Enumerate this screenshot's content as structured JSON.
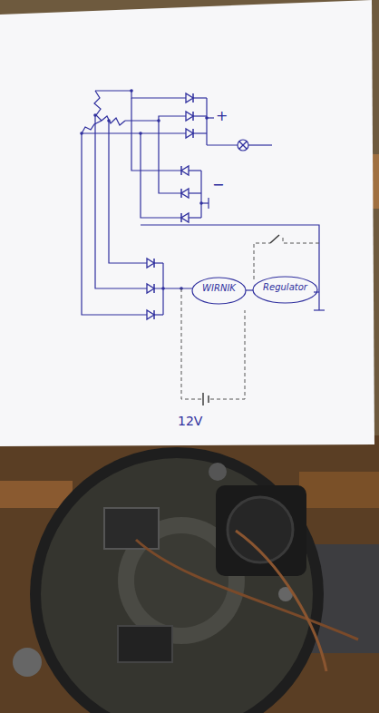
{
  "diagram": {
    "nodes": [
      {
        "text": [
          "WIRNIK"
        ]
      },
      {
        "text": [
          "Regulator"
        ]
      }
    ],
    "edges": [
      {
        "from": 0,
        "to": 1,
        "arrow": "none"
      }
    ],
    "labels": [
      "+",
      "−",
      "12V"
    ]
  }
}
